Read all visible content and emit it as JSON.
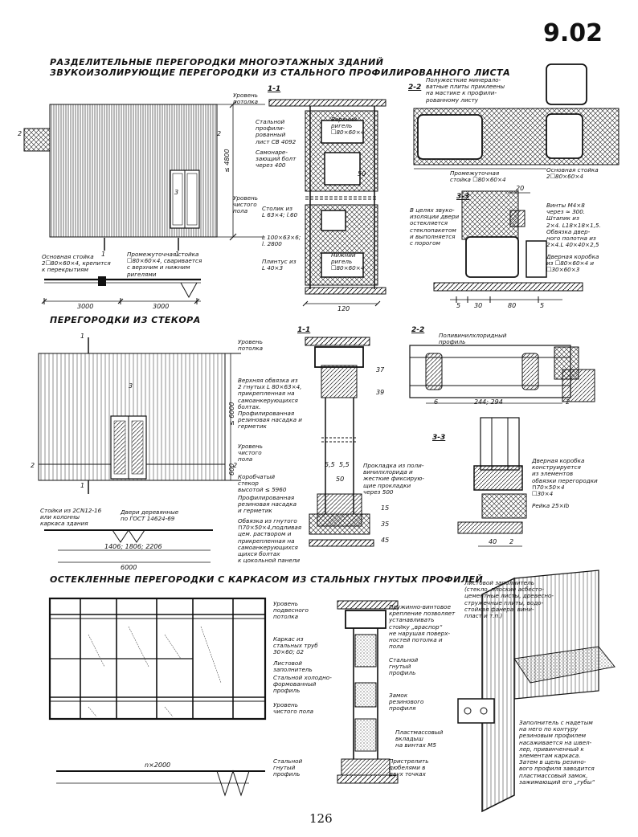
{
  "sheet_number": "9.02",
  "page_number": "126",
  "sections": {
    "s1": {
      "title_line1": "РАЗДЕЛИТЕЛЬНЫЕ ПЕРЕГОРОДКИ МНОГОЭТАЖНЫХ ЗДАНИЙ",
      "title_line2": "ЗВУКОИЗОЛИРУЮЩИЕ ПЕРЕГОРОДКИ ИЗ СТАЛЬНОГО ПРОФИЛИРОВАННОГО ЛИСТА",
      "ceiling_level": "Уровень\nпотолка",
      "floor_level": "Уровень\nчистого\nпола",
      "height": "≤ 4800",
      "main_post": "Основная стойка\n2☐80×60×4, крепится\nк перекрытиям",
      "mid_post": "Промежуточная стойка\n☐80×60×4, сваривается\nс верхним и нижним\nригелями",
      "dim_3000a": "3000",
      "dim_3000b": "3000",
      "dim_120": "120",
      "mark_2l": "2",
      "mark_2r": "2",
      "mark_3": "3",
      "mark_1a": "1",
      "mark_1b": "1",
      "sec_1_1": "1-1",
      "steel_sheet": "Стальной\nпрофили-\nрованный\nлист СВ 4092",
      "self_tap": "Самонаре-\nзающий болт\nчерез 400",
      "top_rail": "Верхний\nригель\n☐80×60×4",
      "shelf": "Столик из\nL 63×4; l.60",
      "angle": "L 100×63×6;\nl. 2800",
      "bottom_rail": "Нижний\nригель\n☐80×60×4",
      "plinth": "Плинтус из\nL 40×3",
      "dim_50": "50",
      "sec_2_2": "2-2",
      "mineral_plates": "Полужесткие минерало-\nватные плиты приклеены\nна мастике к профили-\nрованному листу",
      "mid_post_2": "Промежуточная\nстойка ☐80×60×4",
      "main_post_2": "Основная стойка\n2☐80×60×4",
      "sec_3_3": "3-3",
      "door_note": "В целях звуко-\nизоляции двери\nостекляется\nстеклопакетом\nи выполняется\nс порогом",
      "screws": "Винты М4×8\nчерез ≈ 300.\nШтапик из\n2×4. L18×18×1,5.\nОбвязка двер-\nного полотна из\n2×4.L 40×40×2,5",
      "door_box": "Дверная коробка\nиз ☐80×60×4 и\n☐30×60×3",
      "dim_20": "20",
      "dim_5a": "5",
      "dim_30": "30",
      "dim_80": "80",
      "dim_5b": "5"
    },
    "s2": {
      "title": "ПЕРЕГОРОДКИ ИЗ СТЕКОРА",
      "ceiling_level": "Уровень\nпотолка",
      "floor_level": "Уровень\nчистого\nпола",
      "height": "≤ 6000",
      "dim_600": "600",
      "mark_1a": "1",
      "mark_1b": "1",
      "mark_2a": "2",
      "mark_2b": "2",
      "mark_3": "3",
      "posts": "Стойки из 2СN12-16\nили колонны\nкаркаса здания",
      "doors": "Двери деревянные\nпо ГОСТ 14624-69",
      "dims_row": "1406;   1806;   2206",
      "dim_6000": "6000",
      "sec_1_1": "1-1",
      "top_frame": "Верхняя обвязка из\n2 гнутых L 80×63×4,\nприкрепленная на\nсамоанкерующихся\nболтах.\nПрофилированная\nрезиновая насадка и\nгерметик",
      "dim_37": "37",
      "dim_39": "39",
      "dim_55a": "5,5",
      "dim_55b": "5,5",
      "dim_50": "50",
      "stekor": "Коробчатый\nстекор\nвысотой ≤ 5960",
      "gasket": "Прокладка из поли-\nвинилхлорида и\nжесткие фиксирую-\nщие прокладки\nчерез 500",
      "rubber": "Профилированная\nрезиновая насадка\nи герметик",
      "bottom_frame": "Обвязка из гнутого\n⊓70×50×4,подливая\nцем. раствором и\nприкрепленная на\nсамоанкерующихся\nщихся болтах\nк цокольной панели",
      "dim_15": "15",
      "dim_35": "35",
      "dim_45": "45",
      "sec_2_2": "2-2",
      "pvc": "Поливинилхлоридный\nпрофиль",
      "dim_6": "6",
      "dim_244": "244; 294",
      "dim_2": "2",
      "sec_3_3": "3-3",
      "door_box": "Дверная коробка\nконструируется\nиз элементов\nобвязки перегородки\n⊓70×50×4\n☐30×4",
      "rail": "Рейка 25×Ib",
      "dim_40": "40",
      "dim_2b": "2"
    },
    "s3": {
      "title": "ОСТЕКЛЕННЫЕ ПЕРЕГОРОДКИ С КАРКАСОМ ИЗ СТАЛЬНЫХ ГНУТЫХ ПРОФИЛЕЙ",
      "susp_ceiling": "Уровень\nподвесного\nпотолка",
      "frame": "Каркас из\nстальных труб\n30×60; δ2",
      "sheet_fill": "Листовой\nзаполнитель",
      "cold_profile": "Стальной холодно-\nформованный\nпрофиль",
      "floor_level": "Уровень\nчистого пола",
      "dim_n2000": "n×2000",
      "spring": "Пружинно-винтовое\nкрепление позволяет\nустанавливать\nстойку „враспор“\nне нарушая поверх-\nностей потолка и\nпола",
      "steel_bent": "Стальной\nгнутый\nпрофиль",
      "lock": "Замок\nрезинового\nпрофиля",
      "plastic_strip": "Пластмассовый\nвкладыш\nна винтах М5",
      "steel_bent_2": "Стальной\nгнутый\nпрофиль",
      "dowels": "Пристрелить\nдюбелями в\nдвух точках",
      "sheet_fill_2": "Листовой заполнитель\n(стекло, плоские асбесто-\nцементные листы, древесно-\nстружечные плиты, водо-\nстойкая фанера, вини-\nпласт и т.п.)",
      "filler_note": "Заполнитель с надетым\nна него по контуру\nрезиновым профилем\nнасаживается на швел-\nлер, привинченный к\nэлементам каркаса.\n  Затем в щель резино-\nвого профиля заводится\nпластмассовый замок,\nзажимающий его „губы“"
    }
  }
}
